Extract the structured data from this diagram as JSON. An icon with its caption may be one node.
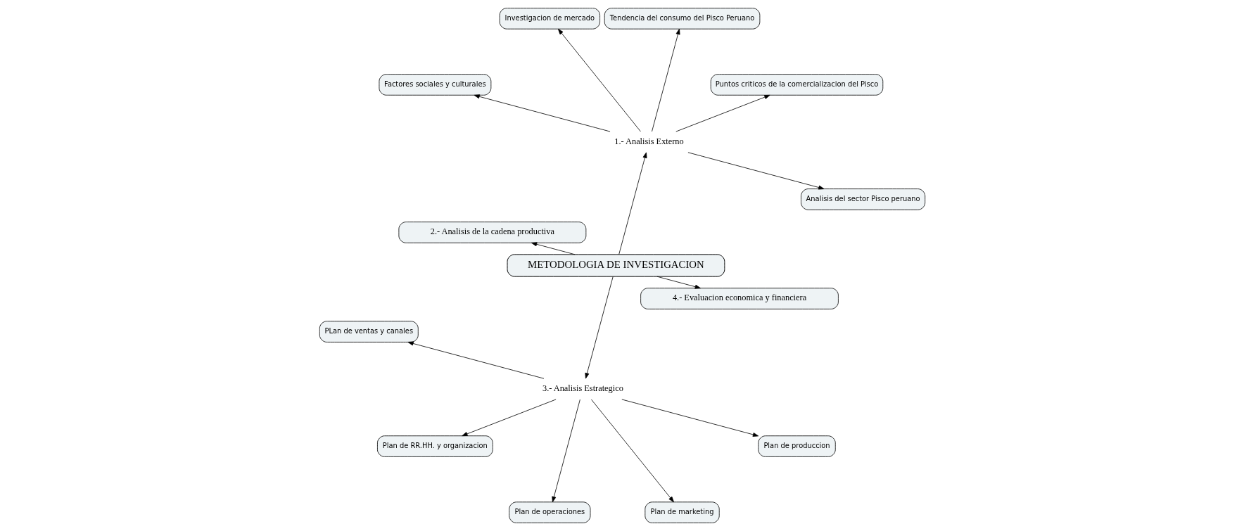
{
  "diagram": {
    "nodes": [
      {
        "text": [
          "METODOLOGIA DE INVESTIGACION"
        ]
      },
      {
        "text": [
          "1.- Analisis Externo"
        ]
      },
      {
        "text": [
          "Analisis del sector Pisco peruano"
        ]
      },
      {
        "text": [
          "Puntos criticos de la comercializacion del Pisco"
        ]
      },
      {
        "text": [
          "Tendencia del consumo del Pisco Peruano"
        ]
      },
      {
        "text": [
          "Investigacion de mercado"
        ]
      },
      {
        "text": [
          "Factores sociales y culturales"
        ]
      },
      {
        "text": [
          "2.- Analisis de la cadena productiva"
        ]
      },
      {
        "text": [
          "3.- Analisis Estrategico"
        ]
      },
      {
        "text": [
          "PLan de ventas y canales"
        ]
      },
      {
        "text": [
          "Plan de RR.HH. y organizacion"
        ]
      },
      {
        "text": [
          "Plan de operaciones"
        ]
      },
      {
        "text": [
          "Plan de marketing"
        ]
      },
      {
        "text": [
          "Plan de produccion"
        ]
      },
      {
        "text": [
          "4.- Evaluacion economica y financiera"
        ]
      }
    ],
    "edges": [
      {
        "from": 0,
        "to": 1,
        "arrow": "to"
      },
      {
        "from": 0,
        "to": 7,
        "arrow": "to"
      },
      {
        "from": 0,
        "to": 8,
        "arrow": "to"
      },
      {
        "from": 0,
        "to": 14,
        "arrow": "to"
      },
      {
        "from": 1,
        "to": 2,
        "arrow": "to"
      },
      {
        "from": 1,
        "to": 3,
        "arrow": "to"
      },
      {
        "from": 1,
        "to": 4,
        "arrow": "to"
      },
      {
        "from": 1,
        "to": 5,
        "arrow": "to"
      },
      {
        "from": 1,
        "to": 6,
        "arrow": "to"
      },
      {
        "from": 8,
        "to": 9,
        "arrow": "to"
      },
      {
        "from": 8,
        "to": 10,
        "arrow": "to"
      },
      {
        "from": 8,
        "to": 11,
        "arrow": "to"
      },
      {
        "from": 8,
        "to": 12,
        "arrow": "to"
      },
      {
        "from": 8,
        "to": 13,
        "arrow": "to"
      }
    ]
  }
}
